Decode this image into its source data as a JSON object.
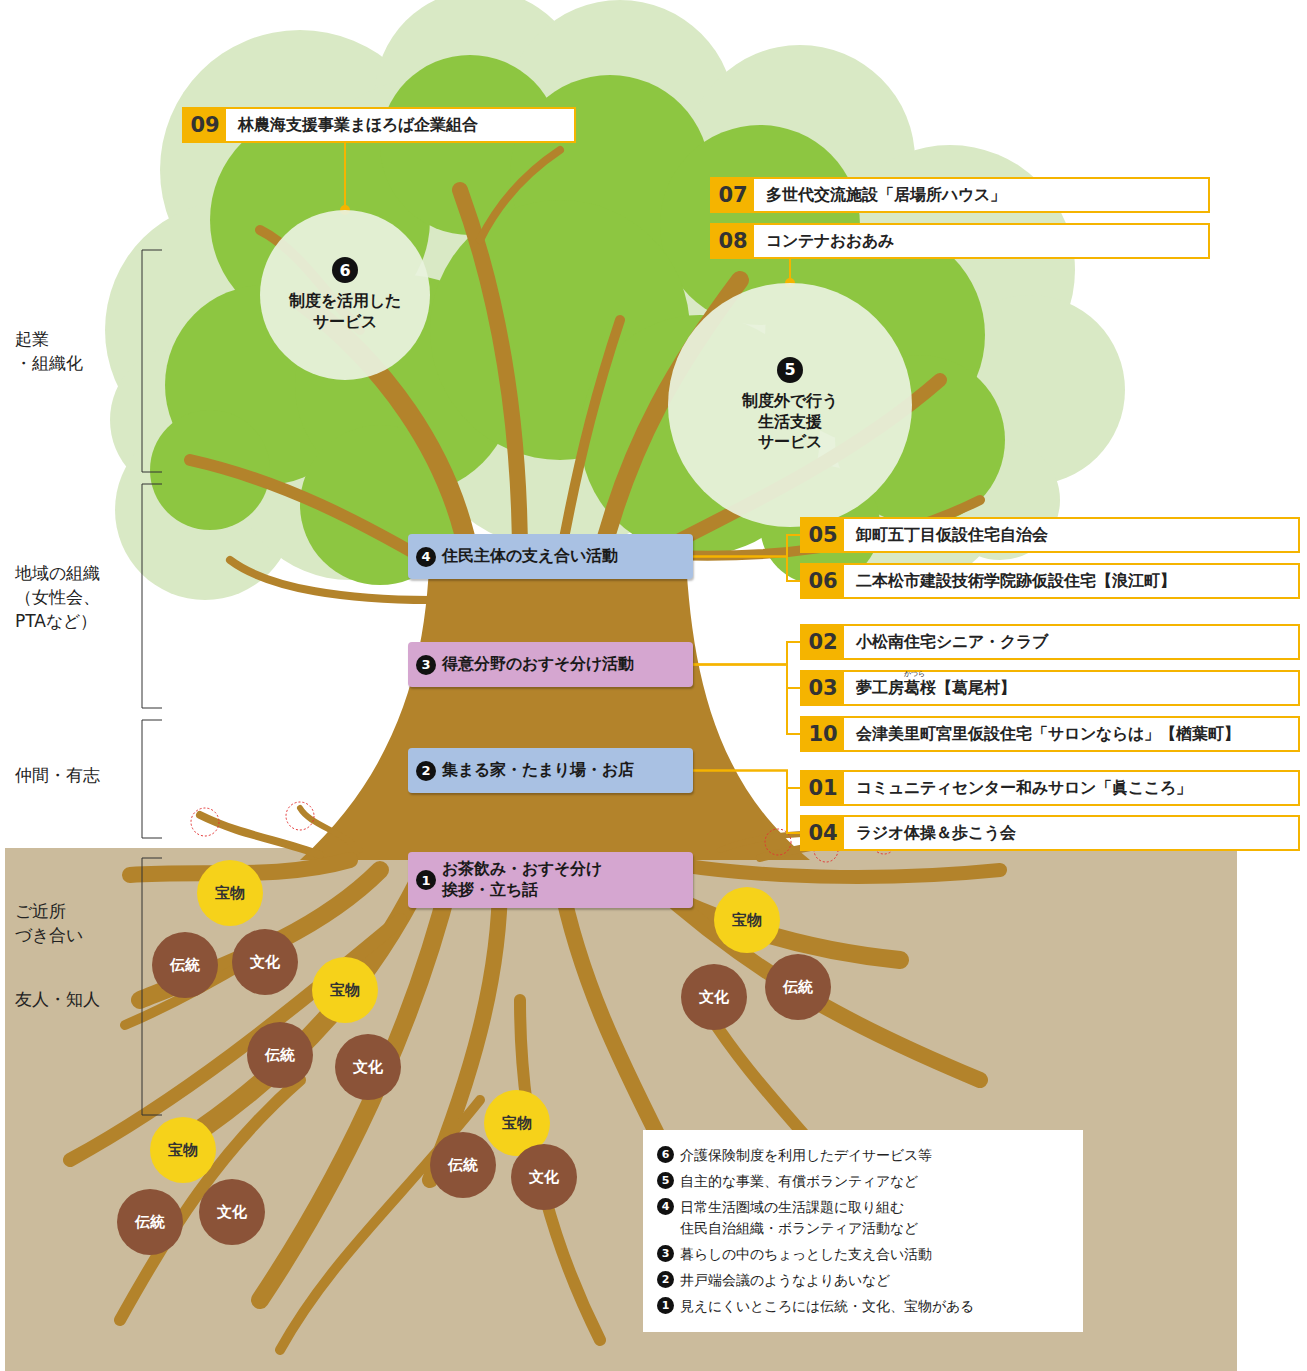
{
  "diagram": {
    "nodes": [
      {
        "text": [
          "09",
          "林農海支援事業まほろば企業組合"
        ]
      },
      {
        "text": [
          "6",
          "制度を活用した サービス"
        ]
      },
      {
        "text": [
          "07",
          "多世代交流施設「居場所ハウス」"
        ]
      },
      {
        "text": [
          "08",
          "コンテナおおあみ"
        ]
      },
      {
        "text": [
          "5",
          "制度外で行う 生活支援 サービス"
        ]
      },
      {
        "text": [
          "4",
          "住民主体の支え合い活動"
        ]
      },
      {
        "text": [
          "05",
          "卸町五丁目仮設住宅自治会"
        ]
      },
      {
        "text": [
          "06",
          "二本松市建設技術学院跡仮設住宅【浪江町】"
        ]
      },
      {
        "text": [
          "3",
          "得意分野のおすそ分け活動"
        ]
      },
      {
        "text": [
          "02",
          "小松南住宅シニア・クラブ"
        ]
      },
      {
        "text": [
          "03",
          "夢工房葛桜【葛尾村】"
        ]
      },
      {
        "text": [
          "10",
          "会津美里町宮里仮設住宅「サロンならは」【楢葉町】"
        ]
      },
      {
        "text": [
          "2",
          "集まる家・たまり場・お店"
        ]
      },
      {
        "text": [
          "01",
          "コミュニティセンター和みサロン「眞こころ」"
        ]
      },
      {
        "text": [
          "04",
          "ラジオ体操＆歩こう会"
        ]
      },
      {
        "text": [
          "1",
          "お茶飲み・おすそ分け 挨拶・立ち話"
        ]
      },
      {
        "text": [
          "宝物"
        ]
      },
      {
        "text": [
          "宝物"
        ]
      },
      {
        "text": [
          "伝統"
        ]
      },
      {
        "text": [
          "文化"
        ]
      },
      {
        "text": [
          "宝物"
        ]
      },
      {
        "text": [
          "文化"
        ]
      },
      {
        "text": [
          "伝統"
        ]
      },
      {
        "text": [
          "伝統"
        ]
      },
      {
        "text": [
          "文化"
        ]
      },
      {
        "text": [
          "宝物"
        ]
      },
      {
        "text": [
          "宝物"
        ]
      },
      {
        "text": [
          "伝統"
        ]
      },
      {
        "text": [
          "文化"
        ]
      },
      {
        "text": [
          "伝統"
        ]
      },
      {
        "text": [
          "文化"
        ]
      },
      {
        "text": [
          "6",
          "介護保険制度を利用したデイサービス等",
          "5",
          "自主的な事業、有償ボランティアなど",
          "4",
          "日常生活圏域の生活課題に取り組む 住民自治組織・ボランティア活動など",
          "3",
          "暮らしの中のちょっとした支え合い活動",
          "2",
          "井戸端会議のようなよりあいなど",
          "1",
          "見えにくいところには伝統・文化、宝物がある"
        ]
      }
    ],
    "edges": [
      {
        "from": 0,
        "to": 1,
        "arrow": "none"
      },
      {
        "from": 3,
        "to": 4,
        "arrow": "none"
      },
      {
        "from": 5,
        "to": 6,
        "arrow": "none"
      },
      {
        "from": 5,
        "to": 7,
        "arrow": "none"
      },
      {
        "from": 8,
        "to": 9,
        "arrow": "none"
      },
      {
        "from": 8,
        "to": 10,
        "arrow": "none"
      },
      {
        "from": 8,
        "to": 11,
        "arrow": "none"
      },
      {
        "from": 12,
        "to": 13,
        "arrow": "none"
      },
      {
        "from": 12,
        "to": 14,
        "arrow": "none"
      }
    ],
    "labels": [
      "起業 ・組織化",
      "地域の組織 （女性会、 PTAなど）",
      "仲間・有志",
      "ご近所 づき合い",
      "友人・知人",
      "かつら"
    ]
  }
}
